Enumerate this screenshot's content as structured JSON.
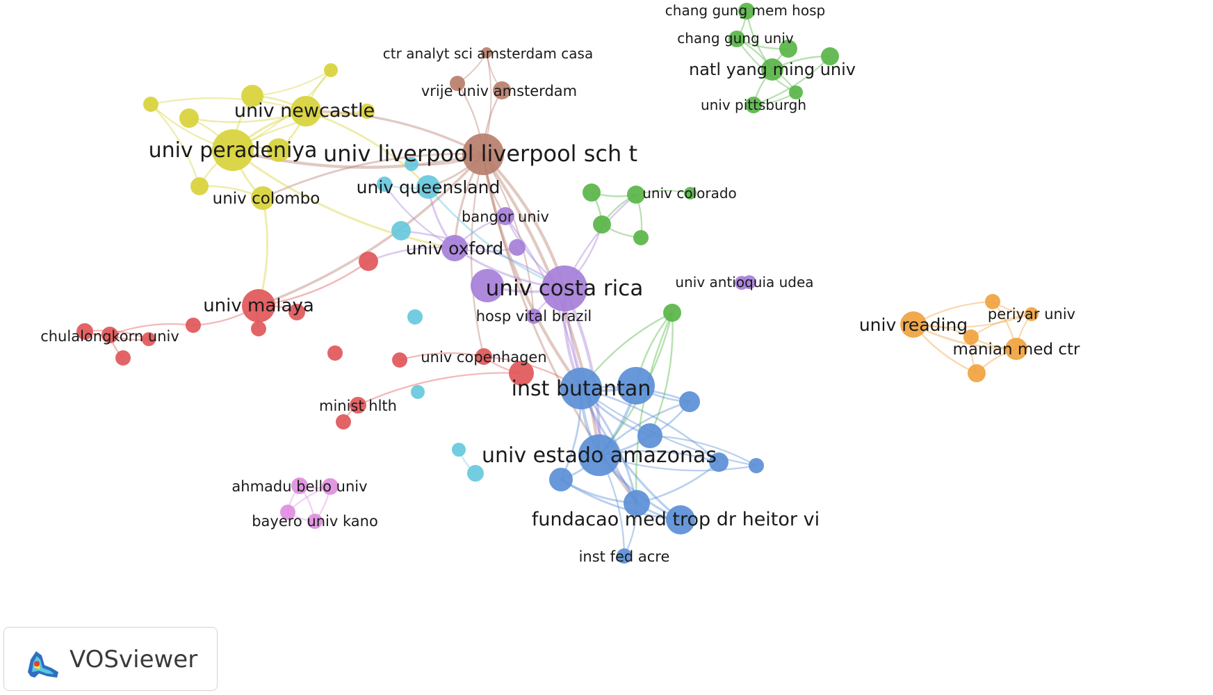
{
  "app": {
    "name": "VOSviewer",
    "logo_icon": "vosviewer-logo-icon"
  },
  "clusters": {
    "red": "#e15759",
    "green": "#59b548",
    "blue": "#5b8fd6",
    "yellow": "#d8d23a",
    "purple": "#a67fd9",
    "cyan": "#67c8dc",
    "orange": "#f0a33f",
    "brown": "#b87e6d",
    "pink": "#e08ee0"
  },
  "nodes": [
    {
      "id": "liverpool",
      "label": "univ liverpool liverpool sch t",
      "cluster": "brown"
    },
    {
      "id": "ctr_analyt",
      "label": "ctr analyt sci amsterdam casa",
      "cluster": "brown"
    },
    {
      "id": "vrije",
      "label": "vrije univ amsterdam",
      "cluster": "brown"
    },
    {
      "id": "vrije2",
      "label": "",
      "cluster": "brown"
    },
    {
      "id": "peradeniya",
      "label": "univ peradeniya",
      "cluster": "yellow"
    },
    {
      "id": "newcastle",
      "label": "univ newcastle",
      "cluster": "yellow"
    },
    {
      "id": "colombo",
      "label": "univ colombo",
      "cluster": "yellow"
    },
    {
      "id": "y1",
      "label": "",
      "cluster": "yellow"
    },
    {
      "id": "y2",
      "label": "",
      "cluster": "yellow"
    },
    {
      "id": "y3",
      "label": "",
      "cluster": "yellow"
    },
    {
      "id": "y4",
      "label": "",
      "cluster": "yellow"
    },
    {
      "id": "y5",
      "label": "",
      "cluster": "yellow"
    },
    {
      "id": "y6",
      "label": "",
      "cluster": "yellow"
    },
    {
      "id": "y7",
      "label": "",
      "cluster": "yellow"
    },
    {
      "id": "queensland",
      "label": "univ queensland",
      "cluster": "cyan"
    },
    {
      "id": "c1",
      "label": "",
      "cluster": "cyan"
    },
    {
      "id": "c2",
      "label": "",
      "cluster": "cyan"
    },
    {
      "id": "c3",
      "label": "",
      "cluster": "cyan"
    },
    {
      "id": "c4",
      "label": "",
      "cluster": "cyan"
    },
    {
      "id": "c5",
      "label": "",
      "cluster": "cyan"
    },
    {
      "id": "c6",
      "label": "",
      "cluster": "cyan"
    },
    {
      "id": "c7",
      "label": "",
      "cluster": "cyan"
    },
    {
      "id": "bangor",
      "label": "bangor univ",
      "cluster": "purple"
    },
    {
      "id": "oxford",
      "label": "univ oxford",
      "cluster": "purple"
    },
    {
      "id": "p1",
      "label": "",
      "cluster": "purple"
    },
    {
      "id": "costarica",
      "label": "univ costa rica",
      "cluster": "purple"
    },
    {
      "id": "p2",
      "label": "",
      "cluster": "purple"
    },
    {
      "id": "hospvital",
      "label": "hosp vital brazil",
      "cluster": "purple"
    },
    {
      "id": "antioquia",
      "label": "univ antioquia udea",
      "cluster": "purple"
    },
    {
      "id": "p3",
      "label": "",
      "cluster": "purple"
    },
    {
      "id": "changgungmem",
      "label": "chang gung mem hosp",
      "cluster": "green"
    },
    {
      "id": "changgung",
      "label": "chang gung univ",
      "cluster": "green"
    },
    {
      "id": "yangming",
      "label": "natl yang ming univ",
      "cluster": "green"
    },
    {
      "id": "pittsburgh",
      "label": "univ pittsburgh",
      "cluster": "green"
    },
    {
      "id": "g1",
      "label": "",
      "cluster": "green"
    },
    {
      "id": "g2",
      "label": "",
      "cluster": "green"
    },
    {
      "id": "g3",
      "label": "",
      "cluster": "green"
    },
    {
      "id": "colorado",
      "label": "univ colorado",
      "cluster": "green"
    },
    {
      "id": "g4",
      "label": "",
      "cluster": "green"
    },
    {
      "id": "g5",
      "label": "",
      "cluster": "green"
    },
    {
      "id": "g6",
      "label": "",
      "cluster": "green"
    },
    {
      "id": "g7",
      "label": "",
      "cluster": "green"
    },
    {
      "id": "g8",
      "label": "",
      "cluster": "green"
    },
    {
      "id": "malaya",
      "label": "univ malaya",
      "cluster": "red"
    },
    {
      "id": "chulalongkorn",
      "label": "chulalongkorn univ",
      "cluster": "red"
    },
    {
      "id": "r1",
      "label": "",
      "cluster": "red"
    },
    {
      "id": "r2",
      "label": "",
      "cluster": "red"
    },
    {
      "id": "r3",
      "label": "",
      "cluster": "red"
    },
    {
      "id": "r4",
      "label": "",
      "cluster": "red"
    },
    {
      "id": "r5",
      "label": "",
      "cluster": "red"
    },
    {
      "id": "r6",
      "label": "",
      "cluster": "red"
    },
    {
      "id": "r7",
      "label": "",
      "cluster": "red"
    },
    {
      "id": "r8",
      "label": "",
      "cluster": "red"
    },
    {
      "id": "copenhagen",
      "label": "univ copenhagen",
      "cluster": "red"
    },
    {
      "id": "r9",
      "label": "",
      "cluster": "red"
    },
    {
      "id": "r10",
      "label": "",
      "cluster": "red"
    },
    {
      "id": "ministhlth",
      "label": "minist hlth",
      "cluster": "red"
    },
    {
      "id": "r11",
      "label": "",
      "cluster": "red"
    },
    {
      "id": "butantan",
      "label": "inst butantan",
      "cluster": "blue"
    },
    {
      "id": "b1",
      "label": "",
      "cluster": "blue"
    },
    {
      "id": "b2",
      "label": "",
      "cluster": "blue"
    },
    {
      "id": "b3",
      "label": "",
      "cluster": "blue"
    },
    {
      "id": "amazonas",
      "label": "univ estado amazonas",
      "cluster": "blue"
    },
    {
      "id": "b4",
      "label": "",
      "cluster": "blue"
    },
    {
      "id": "b5",
      "label": "",
      "cluster": "blue"
    },
    {
      "id": "b6",
      "label": "",
      "cluster": "blue"
    },
    {
      "id": "heitor",
      "label": "fundacao med trop dr heitor vi",
      "cluster": "blue"
    },
    {
      "id": "b7",
      "label": "",
      "cluster": "blue"
    },
    {
      "id": "acre",
      "label": "inst fed acre",
      "cluster": "blue"
    },
    {
      "id": "reading",
      "label": "univ reading",
      "cluster": "orange"
    },
    {
      "id": "periyar",
      "label": "periyar univ",
      "cluster": "orange"
    },
    {
      "id": "o1",
      "label": "",
      "cluster": "orange"
    },
    {
      "id": "manian",
      "label": "manian med ctr",
      "cluster": "orange"
    },
    {
      "id": "o2",
      "label": "",
      "cluster": "orange"
    },
    {
      "id": "o3",
      "label": "",
      "cluster": "orange"
    },
    {
      "id": "ahmadu",
      "label": "ahmadu bello univ",
      "cluster": "pink"
    },
    {
      "id": "pk1",
      "label": "",
      "cluster": "pink"
    },
    {
      "id": "bayero",
      "label": "bayero univ kano",
      "cluster": "pink"
    },
    {
      "id": "pk2",
      "label": "",
      "cluster": "pink"
    }
  ],
  "links": [
    [
      "liverpool",
      "ctr_analyt"
    ],
    [
      "liverpool",
      "vrije"
    ],
    [
      "liverpool",
      "vrije2"
    ],
    [
      "vrije",
      "ctr_analyt"
    ],
    [
      "vrije2",
      "ctr_analyt"
    ],
    [
      "liverpool",
      "peradeniya"
    ],
    [
      "liverpool",
      "newcastle"
    ],
    [
      "liverpool",
      "queensland"
    ],
    [
      "liverpool",
      "oxford"
    ],
    [
      "liverpool",
      "costarica"
    ],
    [
      "liverpool",
      "butantan"
    ],
    [
      "liverpool",
      "amazonas"
    ],
    [
      "liverpool",
      "bangor"
    ],
    [
      "liverpool",
      "malaya"
    ],
    [
      "liverpool",
      "heitor"
    ],
    [
      "liverpool",
      "c1"
    ],
    [
      "liverpool",
      "colombo"
    ],
    [
      "liverpool",
      "hospvital"
    ],
    [
      "liverpool",
      "copenhagen"
    ],
    [
      "peradeniya",
      "newcastle"
    ],
    [
      "peradeniya",
      "colombo"
    ],
    [
      "peradeniya",
      "y1"
    ],
    [
      "peradeniya",
      "y2"
    ],
    [
      "peradeniya",
      "y3"
    ],
    [
      "peradeniya",
      "y4"
    ],
    [
      "peradeniya",
      "y5"
    ],
    [
      "peradeniya",
      "y6"
    ],
    [
      "peradeniya",
      "y7"
    ],
    [
      "newcastle",
      "y1"
    ],
    [
      "newcastle",
      "y2"
    ],
    [
      "newcastle",
      "y3"
    ],
    [
      "newcastle",
      "y4"
    ],
    [
      "newcastle",
      "y5"
    ],
    [
      "newcastle",
      "y7"
    ],
    [
      "y1",
      "y2"
    ],
    [
      "y3",
      "y6"
    ],
    [
      "colombo",
      "y6"
    ],
    [
      "colombo",
      "malaya"
    ],
    [
      "peradeniya",
      "oxford"
    ],
    [
      "newcastle",
      "queensland"
    ],
    [
      "oxford",
      "costarica"
    ],
    [
      "oxford",
      "bangor"
    ],
    [
      "oxford",
      "p1"
    ],
    [
      "oxford",
      "queensland"
    ],
    [
      "oxford",
      "r1"
    ],
    [
      "oxford",
      "c2"
    ],
    [
      "costarica",
      "butantan"
    ],
    [
      "costarica",
      "amazonas"
    ],
    [
      "costarica",
      "hospvital"
    ],
    [
      "costarica",
      "p2"
    ],
    [
      "costarica",
      "heitor"
    ],
    [
      "costarica",
      "colorado"
    ],
    [
      "costarica",
      "g5"
    ],
    [
      "costarica",
      "bangor"
    ],
    [
      "costarica",
      "c3"
    ],
    [
      "bangor",
      "butantan"
    ],
    [
      "queensland",
      "costarica"
    ],
    [
      "queensland",
      "c2"
    ],
    [
      "malaya",
      "r1"
    ],
    [
      "malaya",
      "r2"
    ],
    [
      "malaya",
      "r3"
    ],
    [
      "malaya",
      "r4"
    ],
    [
      "r4",
      "chulalongkorn"
    ],
    [
      "chulalongkorn",
      "r5"
    ],
    [
      "chulalongkorn",
      "r6"
    ],
    [
      "r5",
      "r6"
    ],
    [
      "chulalongkorn",
      "r7"
    ],
    [
      "r9",
      "copenhagen"
    ],
    [
      "copenhagen",
      "r10"
    ],
    [
      "copenhagen",
      "butantan"
    ],
    [
      "ministhlth",
      "r11"
    ],
    [
      "ministhlth",
      "r10"
    ],
    [
      "butantan",
      "amazonas"
    ],
    [
      "butantan",
      "heitor"
    ],
    [
      "butantan",
      "b1"
    ],
    [
      "butantan",
      "b2"
    ],
    [
      "butantan",
      "b3"
    ],
    [
      "butantan",
      "b4"
    ],
    [
      "butantan",
      "b5"
    ],
    [
      "butantan",
      "b6"
    ],
    [
      "butantan",
      "b7"
    ],
    [
      "amazonas",
      "heitor"
    ],
    [
      "amazonas",
      "b1"
    ],
    [
      "amazonas",
      "b2"
    ],
    [
      "amazonas",
      "b3"
    ],
    [
      "amazonas",
      "b4"
    ],
    [
      "amazonas",
      "b5"
    ],
    [
      "amazonas",
      "b6"
    ],
    [
      "amazonas",
      "b7"
    ],
    [
      "amazonas",
      "acre"
    ],
    [
      "heitor",
      "b4"
    ],
    [
      "heitor",
      "b6"
    ],
    [
      "heitor",
      "b7"
    ],
    [
      "heitor",
      "acre"
    ],
    [
      "b1",
      "b2"
    ],
    [
      "b3",
      "b5"
    ],
    [
      "b6",
      "b7"
    ],
    [
      "b2",
      "b3"
    ],
    [
      "g8",
      "butantan"
    ],
    [
      "g8",
      "amazonas"
    ],
    [
      "g8",
      "b1"
    ],
    [
      "g8",
      "b3"
    ],
    [
      "g8",
      "heitor"
    ],
    [
      "changgungmem",
      "changgung"
    ],
    [
      "changgungmem",
      "yangming"
    ],
    [
      "changgung",
      "yangming"
    ],
    [
      "changgung",
      "g1"
    ],
    [
      "yangming",
      "g1"
    ],
    [
      "yangming",
      "pittsburgh"
    ],
    [
      "yangming",
      "g2"
    ],
    [
      "pittsburgh",
      "g3"
    ],
    [
      "g3",
      "changgung"
    ],
    [
      "g3",
      "yangming"
    ],
    [
      "g2",
      "pittsburgh"
    ],
    [
      "g4",
      "colorado"
    ],
    [
      "g4",
      "g5"
    ],
    [
      "colorado",
      "g5"
    ],
    [
      "colorado",
      "g6"
    ],
    [
      "g5",
      "g7"
    ],
    [
      "colorado",
      "g7"
    ],
    [
      "reading",
      "periyar"
    ],
    [
      "reading",
      "o1"
    ],
    [
      "reading",
      "manian"
    ],
    [
      "reading",
      "o2"
    ],
    [
      "reading",
      "o3"
    ],
    [
      "periyar",
      "o1"
    ],
    [
      "periyar",
      "manian"
    ],
    [
      "o1",
      "manian"
    ],
    [
      "manian",
      "o3"
    ],
    [
      "o2",
      "periyar"
    ],
    [
      "o2",
      "manian"
    ],
    [
      "o3",
      "o2"
    ],
    [
      "ahmadu",
      "pk1"
    ],
    [
      "ahmadu",
      "bayero"
    ],
    [
      "ahmadu",
      "pk2"
    ],
    [
      "pk1",
      "bayero"
    ],
    [
      "pk1",
      "pk2"
    ],
    [
      "bayero",
      "pk2"
    ],
    [
      "c4",
      "c5"
    ]
  ]
}
